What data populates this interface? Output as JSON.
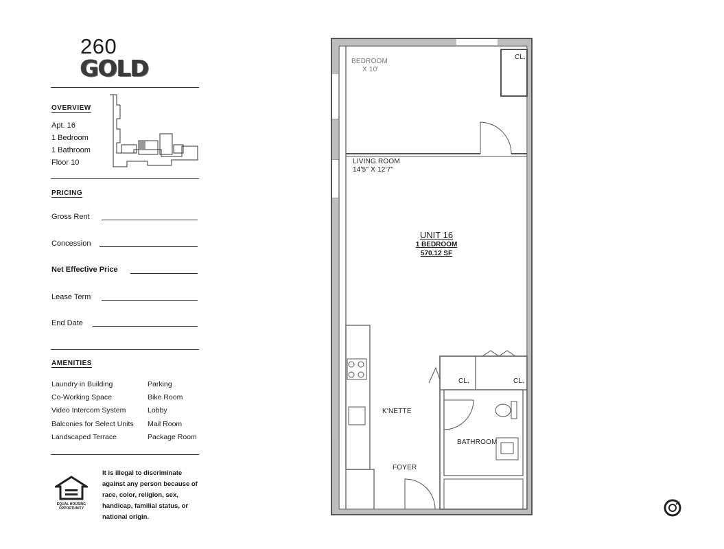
{
  "brand": {
    "number": "260",
    "word": "GOLD"
  },
  "overview": {
    "heading": "OVERVIEW",
    "apt": "Apt. 16",
    "bedrooms": "1 Bedroom",
    "bathrooms": "1 Bathroom",
    "floor": "Floor 10"
  },
  "pricing": {
    "heading": "PRICING",
    "rows": [
      "Gross Rent",
      "Concession",
      "Net Effective Price",
      "Lease Term",
      "End Date"
    ]
  },
  "amenities": {
    "heading": "AMENITIES",
    "left": [
      "Laundry in Building",
      "Co-Working Space",
      "Video Intercom System",
      "Balconies for Select Units",
      "Landscaped Terrace"
    ],
    "right": [
      "Parking",
      "Bike Room",
      "Lobby",
      "Mail Room",
      "Package Room"
    ]
  },
  "notice": "It is illegal to discriminate against any person because of race, color, religion, sex, handicap, familial status, or national origin.",
  "equal_housing": {
    "top": "EQUAL HOUSING",
    "bottom": "OPPORTUNITY"
  },
  "plan": {
    "bedroom": "BEDROOM",
    "bedroom_dims": "X 10'",
    "living_room": "LIVING ROOM",
    "living_dims": "14'5\" X 12'7\"",
    "unit_title": "UNIT 16",
    "unit_type": "1 BEDROOM",
    "unit_area": "570.12 SF",
    "kitchenette": "K'NETTE",
    "bathroom": "BATHROOM",
    "foyer": "FOYER",
    "closet": "CL."
  },
  "colors": {
    "ink": "#1a1a1a",
    "wall": "#555555",
    "paper": "#ffffff"
  }
}
